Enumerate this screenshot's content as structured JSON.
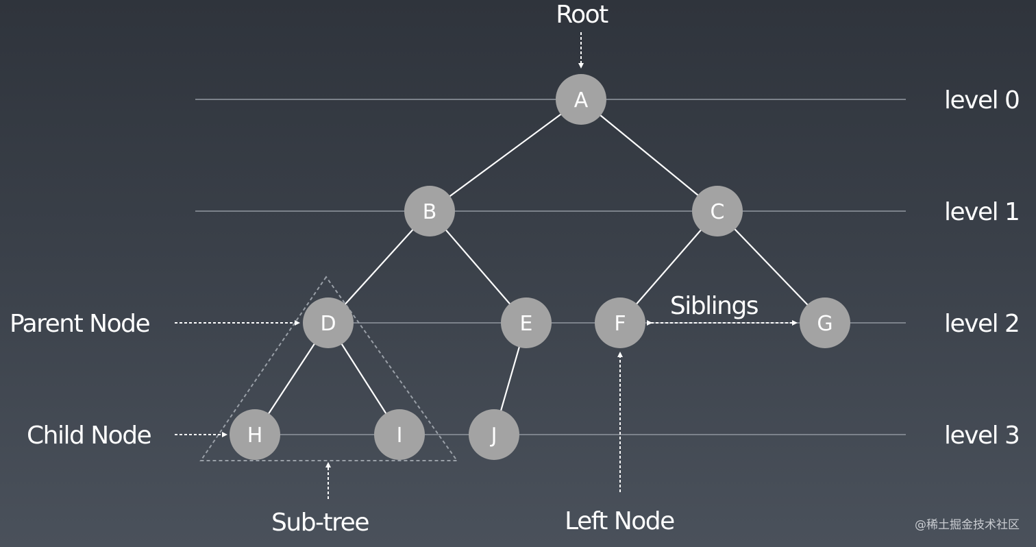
{
  "labels": {
    "root": "Root",
    "parent_node": "Parent Node",
    "child_node": "Child Node",
    "siblings": "Siblings",
    "sub_tree": "Sub-tree",
    "left_node": "Left Node"
  },
  "levels": [
    "level 0",
    "level 1",
    "level 2",
    "level 3"
  ],
  "nodes": [
    "A",
    "B",
    "C",
    "D",
    "E",
    "F",
    "G",
    "H",
    "I",
    "J"
  ],
  "edges": [
    [
      "A",
      "B"
    ],
    [
      "A",
      "C"
    ],
    [
      "B",
      "D"
    ],
    [
      "B",
      "E"
    ],
    [
      "C",
      "F"
    ],
    [
      "C",
      "G"
    ],
    [
      "D",
      "H"
    ],
    [
      "D",
      "I"
    ],
    [
      "E",
      "J"
    ]
  ],
  "watermark": "@稀土掘金技术社区",
  "colors": {
    "node_fill": "#a3a3a3",
    "text": "#ffffff",
    "level_line": "#7c828b"
  }
}
